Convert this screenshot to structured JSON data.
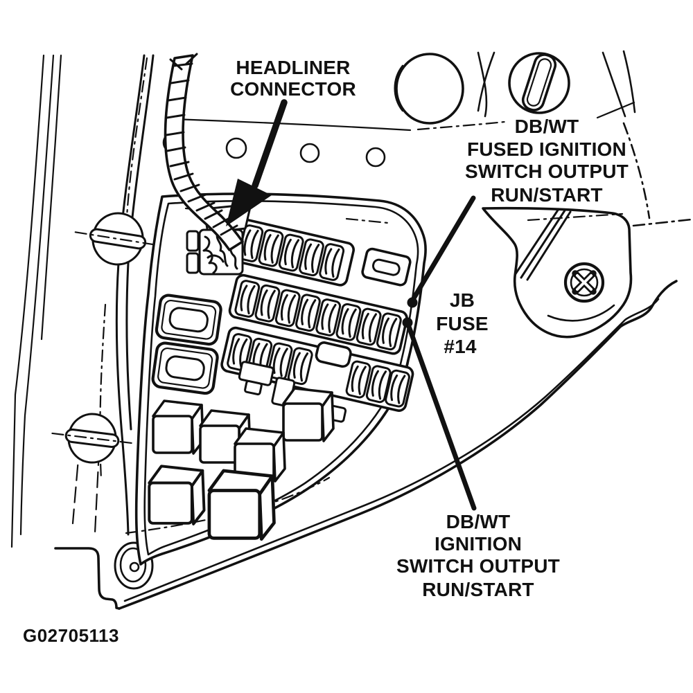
{
  "figure": {
    "code": "G02705113",
    "colors": {
      "ink": "#111111",
      "paper": "#ffffff"
    }
  },
  "labels": {
    "headliner_connector": {
      "lines": [
        "HEADLINER",
        "CONNECTOR"
      ]
    },
    "fused_ignition_output": {
      "lines": [
        "DB/WT",
        "FUSED IGNITION",
        "SWITCH OUTPUT",
        "RUN/START"
      ]
    },
    "jb_fuse_14": {
      "lines": [
        "JB",
        "FUSE",
        "#14"
      ]
    },
    "ignition_switch_output": {
      "lines": [
        "DB/WT",
        "IGNITION",
        "SWITCH OUTPUT",
        "RUN/START"
      ]
    }
  }
}
